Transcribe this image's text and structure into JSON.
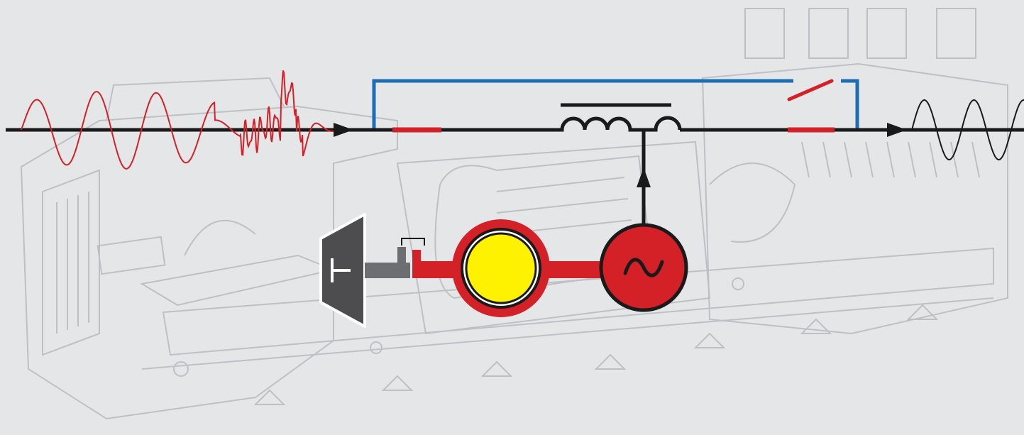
{
  "title": "",
  "colors": {
    "background": "#e4e6e8",
    "machine_sketch": "#b9bec3",
    "main_line": "#1a1a1a",
    "bypass_line": "#1c6db4",
    "accent_red": "#d42027",
    "flywheel_fill": "#fff200",
    "shaft_gray": "#6d6e71",
    "engine_fill": "#4d4d4f",
    "input_wave": "#d42027",
    "output_wave": "#1a1a1a"
  },
  "components": {
    "input_waveform": {
      "icon": "distorted-sine-wave-icon",
      "description_visible": false
    },
    "output_waveform": {
      "icon": "clean-sine-wave-icon"
    },
    "bypass_path": {
      "icon": "bypass-line"
    },
    "bypass_switch": {
      "icon": "open-switch-icon",
      "state": "open"
    },
    "input_breaker": {
      "icon": "closed-breaker-segment"
    },
    "output_breaker": {
      "icon": "closed-breaker-segment"
    },
    "choke": {
      "icon": "choke-coil-icon",
      "taps": 2
    },
    "diesel_engine": {
      "icon": "engine-trapezoid-icon"
    },
    "clutch": {
      "icon": "clutch-icon"
    },
    "flywheel": {
      "icon": "flywheel-icon"
    },
    "generator": {
      "icon": "ac-generator-icon",
      "symbol": "~"
    }
  }
}
